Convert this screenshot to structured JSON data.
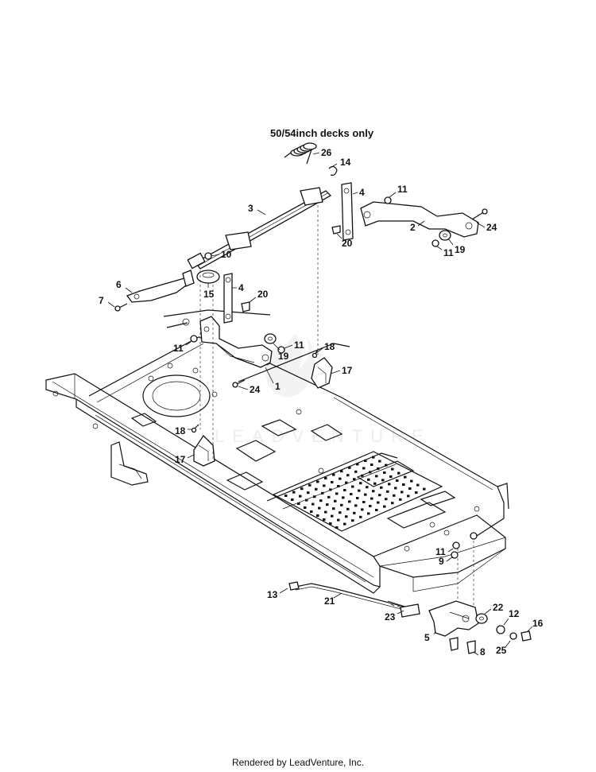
{
  "note": "50/54inch decks only",
  "watermark": "LEADVENTURE",
  "footer": "Rendered by LeadVenture, Inc.",
  "callouts": [
    {
      "id": "c26",
      "label": "26"
    },
    {
      "id": "c14",
      "label": "14"
    },
    {
      "id": "c4a",
      "label": "4"
    },
    {
      "id": "c11a",
      "label": "11"
    },
    {
      "id": "c3",
      "label": "3"
    },
    {
      "id": "c2",
      "label": "2"
    },
    {
      "id": "c24a",
      "label": "24"
    },
    {
      "id": "c20a",
      "label": "20"
    },
    {
      "id": "c11b",
      "label": "11"
    },
    {
      "id": "c19a",
      "label": "19"
    },
    {
      "id": "c10",
      "label": "10"
    },
    {
      "id": "c6",
      "label": "6"
    },
    {
      "id": "c15",
      "label": "15"
    },
    {
      "id": "c4b",
      "label": "4"
    },
    {
      "id": "c20b",
      "label": "20"
    },
    {
      "id": "c7",
      "label": "7"
    },
    {
      "id": "c11c",
      "label": "11"
    },
    {
      "id": "c11d",
      "label": "11"
    },
    {
      "id": "c18a",
      "label": "18"
    },
    {
      "id": "c19b",
      "label": "19"
    },
    {
      "id": "c17a",
      "label": "17"
    },
    {
      "id": "c24b",
      "label": "24"
    },
    {
      "id": "c1",
      "label": "1"
    },
    {
      "id": "c18b",
      "label": "18"
    },
    {
      "id": "c17b",
      "label": "17"
    },
    {
      "id": "c11e",
      "label": "11"
    },
    {
      "id": "c9",
      "label": "9"
    },
    {
      "id": "c13",
      "label": "13"
    },
    {
      "id": "c21",
      "label": "21"
    },
    {
      "id": "c23",
      "label": "23"
    },
    {
      "id": "c22",
      "label": "22"
    },
    {
      "id": "c12",
      "label": "12"
    },
    {
      "id": "c16",
      "label": "16"
    },
    {
      "id": "c5",
      "label": "5"
    },
    {
      "id": "c8",
      "label": "8"
    },
    {
      "id": "c25",
      "label": "25"
    }
  ]
}
